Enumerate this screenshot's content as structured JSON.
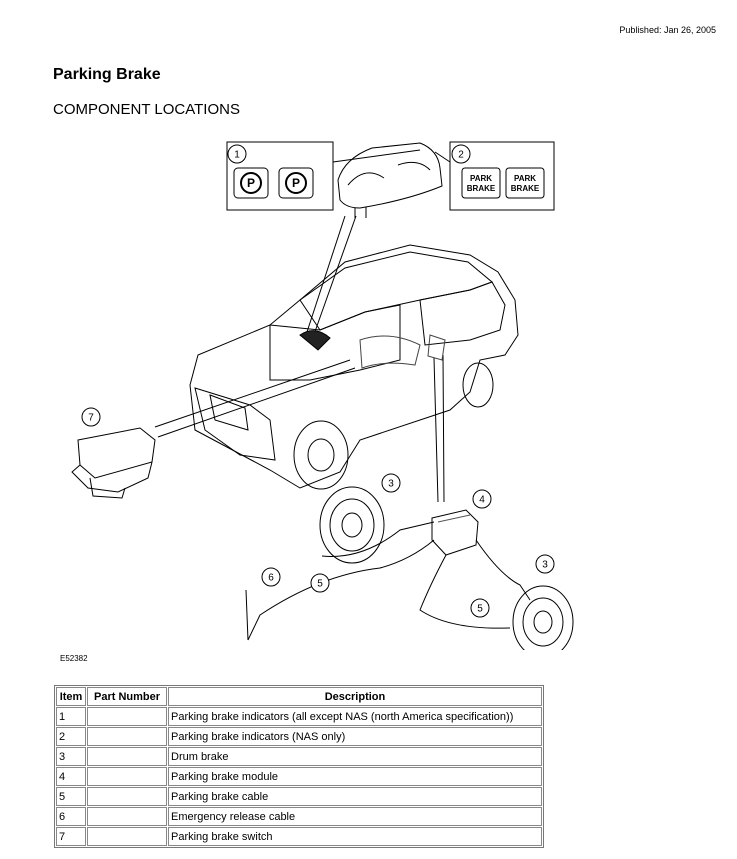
{
  "header": {
    "published": "Published: Jan 26, 2005"
  },
  "title": "Parking Brake",
  "subtitle": "COMPONENT LOCATIONS",
  "figure": {
    "ref": "E52382",
    "callouts": [
      "1",
      "2",
      "3",
      "3",
      "4",
      "5",
      "5",
      "6",
      "7"
    ],
    "indicator_park_brake": [
      "PARK",
      "BRAKE"
    ]
  },
  "table": {
    "headers": [
      "Item",
      "Part Number",
      "Description"
    ],
    "rows": [
      {
        "item": "1",
        "part": "",
        "desc": "Parking brake indicators (all except NAS (north America specification))"
      },
      {
        "item": "2",
        "part": "",
        "desc": "Parking brake indicators (NAS only)"
      },
      {
        "item": "3",
        "part": "",
        "desc": "Drum brake"
      },
      {
        "item": "4",
        "part": "",
        "desc": "Parking brake module"
      },
      {
        "item": "5",
        "part": "",
        "desc": "Parking brake cable"
      },
      {
        "item": "6",
        "part": "",
        "desc": "Emergency release cable"
      },
      {
        "item": "7",
        "part": "",
        "desc": "Parking brake switch"
      }
    ]
  }
}
